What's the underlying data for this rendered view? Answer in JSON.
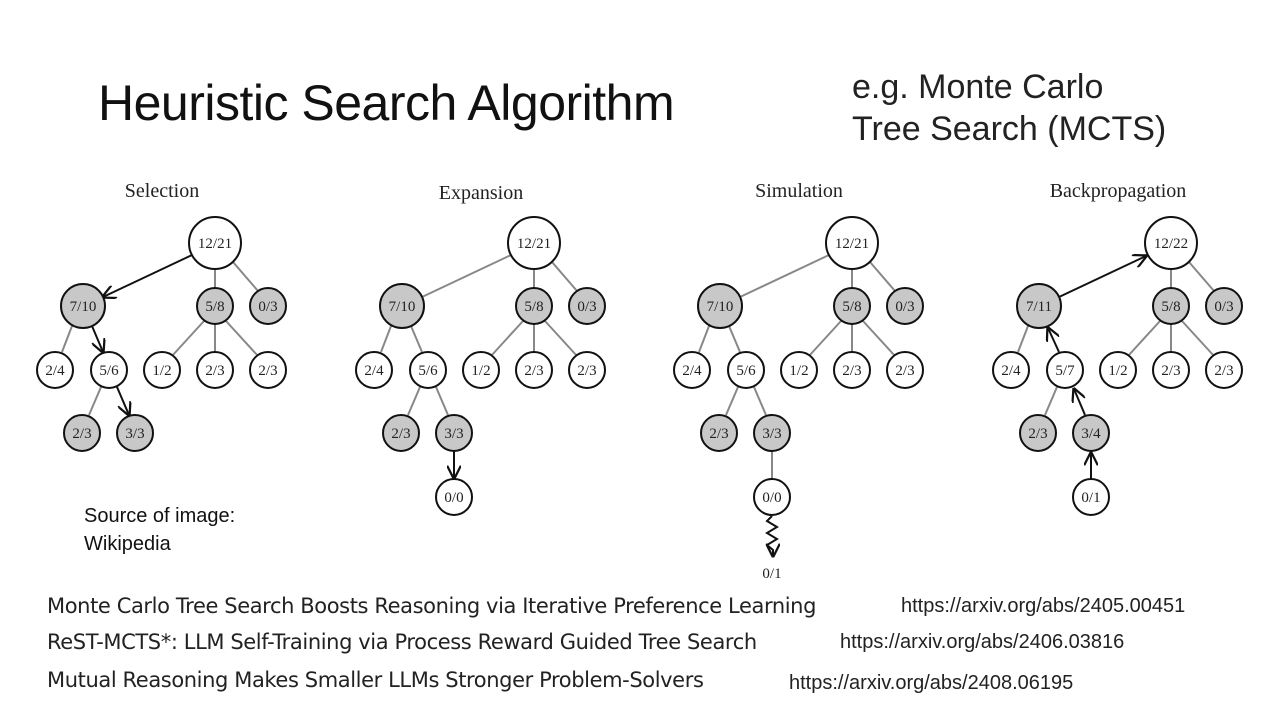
{
  "slide": {
    "title": "Heuristic Search Algorithm",
    "subtitle_line1": "e.g. Monte Carlo",
    "subtitle_line2": "Tree Search (MCTS)",
    "source_line1": "Source of image:",
    "source_line2": "Wikipedia"
  },
  "colors": {
    "shaded_node": "#c8c8c8",
    "open_node": "#ffffff",
    "grey_edge": "#888888",
    "active_edge": "#111111"
  },
  "panels": [
    {
      "title": "Selection",
      "nodes": {
        "root": "12/21",
        "a": "7/10",
        "b": "5/8",
        "c": "0/3",
        "a1": "2/4",
        "a2": "5/6",
        "b1": "1/2",
        "b2": "2/3",
        "b3": "2/3",
        "a2a": "2/3",
        "a2b": "3/3"
      }
    },
    {
      "title": "Expansion",
      "nodes": {
        "root": "12/21",
        "a": "7/10",
        "b": "5/8",
        "c": "0/3",
        "a1": "2/4",
        "a2": "5/6",
        "b1": "1/2",
        "b2": "2/3",
        "b3": "2/3",
        "a2a": "2/3",
        "a2b": "3/3",
        "new": "0/0"
      }
    },
    {
      "title": "Simulation",
      "nodes": {
        "root": "12/21",
        "a": "7/10",
        "b": "5/8",
        "c": "0/3",
        "a1": "2/4",
        "a2": "5/6",
        "b1": "1/2",
        "b2": "2/3",
        "b3": "2/3",
        "a2a": "2/3",
        "a2b": "3/3",
        "new": "0/0",
        "result": "0/1"
      }
    },
    {
      "title": "Backpropagation",
      "nodes": {
        "root": "12/22",
        "a": "7/11",
        "b": "5/8",
        "c": "0/3",
        "a1": "2/4",
        "a2": "5/7",
        "b1": "1/2",
        "b2": "2/3",
        "b3": "2/3",
        "a2a": "2/3",
        "a2b": "3/4",
        "new": "0/1"
      }
    }
  ],
  "references": [
    {
      "title": "Monte Carlo Tree Search Boosts Reasoning via Iterative Preference Learning",
      "url": "https://arxiv.org/abs/2405.00451"
    },
    {
      "title": "ReST-MCTS*: LLM Self-Training via Process Reward Guided Tree Search",
      "url": "https://arxiv.org/abs/2406.03816"
    },
    {
      "title": "Mutual Reasoning Makes Smaller LLMs Stronger Problem-Solvers",
      "url": "https://arxiv.org/abs/2408.06195"
    }
  ]
}
